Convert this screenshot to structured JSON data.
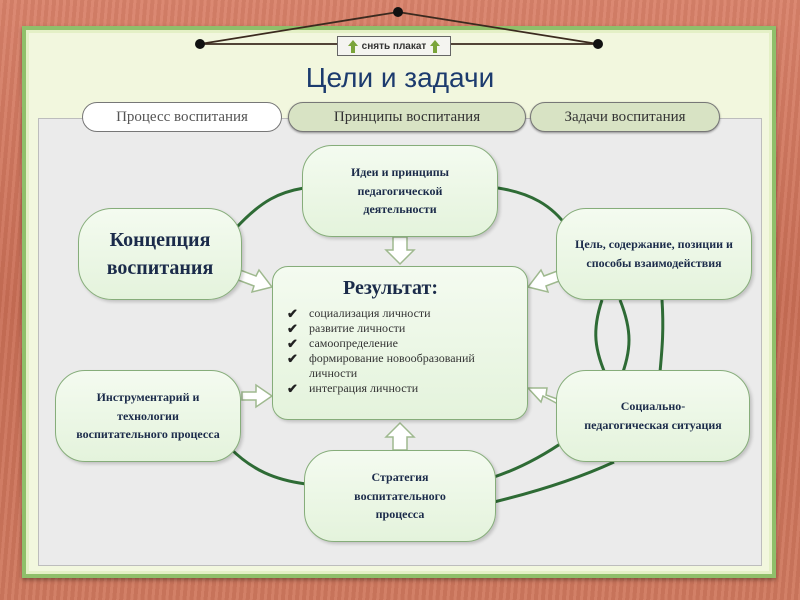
{
  "header": {
    "remove_button_label": "снять плакат",
    "title": "Цели и задачи"
  },
  "tabs": [
    {
      "label": "Процесс воспитания"
    },
    {
      "label": "Принципы воспитания"
    },
    {
      "label": "Задачи воспитания"
    }
  ],
  "nodes": {
    "ideas": "Идеи и принципы педагогической деятельности",
    "concept": "Концепция воспитания",
    "goal": "Цель, содержание, позиции и способы взаимодействия",
    "instruments": "Инструментарий и технологии воспитательного процесса",
    "social": "Социально-педагогическая ситуация",
    "strategy": "Стратегия воспитательного процесса"
  },
  "result": {
    "title": "Результат:",
    "items": [
      "социализация личности",
      "развитие личности",
      "самоопределение",
      "формирование новообразований личности",
      "интеграция личности"
    ]
  },
  "colors": {
    "connector": "#2e6b35",
    "arrow_fill": "#ffffff",
    "arrow_stroke": "#9fb98f",
    "title": "#1c3b6e"
  }
}
